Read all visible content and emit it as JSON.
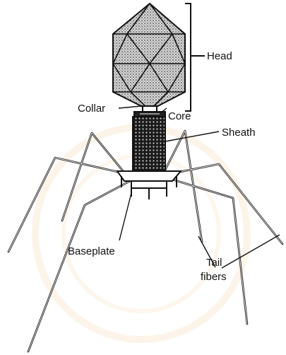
{
  "figure": {
    "labels": {
      "head": "Head",
      "collar": "Collar",
      "core": "Core",
      "sheath": "Sheath",
      "baseplate": "Baseplate",
      "tail_fibers_line1": "Tail",
      "tail_fibers_line2": "fibers"
    },
    "colors": {
      "ink": "#111111",
      "background": "#ffffff",
      "watermark": "#f3d4a6"
    }
  }
}
